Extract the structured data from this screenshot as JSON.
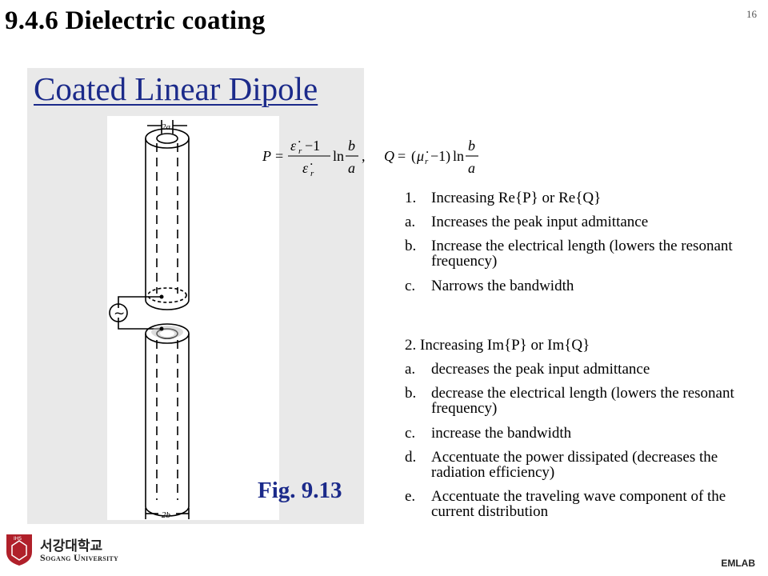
{
  "slide": {
    "title": "9.4.6 Dielectric coating",
    "page_number": "16"
  },
  "figure": {
    "heading": "Coated Linear Dipole",
    "label": "Fig. 9.13",
    "dim_top": "2a",
    "dim_bottom": "2b",
    "source_symbol": "~"
  },
  "formula": {
    "p_lhs": "P",
    "q_lhs": "Q",
    "eq": "=",
    "minus_one": "−1",
    "ln": "ln",
    "b": "b",
    "a": "a",
    "eps": "ε̇",
    "mu": "μ̇",
    "r": "r",
    "comma": ",",
    "q_open": "(",
    "q_close": "−1)"
  },
  "list1": {
    "heading": {
      "marker": "1.",
      "text": "Increasing Re{P} or Re{Q}"
    },
    "items": [
      {
        "marker": "a.",
        "text": "Increases the peak input admittance"
      },
      {
        "marker": "b.",
        "text": "Increase the electrical length (lowers the resonant frequency)"
      },
      {
        "marker": "c.",
        "text": "Narrows the bandwidth"
      }
    ]
  },
  "list2": {
    "heading": "2. Increasing Im{P} or Im{Q}",
    "items": [
      {
        "marker": "a.",
        "text": "decreases the peak input admittance"
      },
      {
        "marker": "b.",
        "text": "decrease the electrical length (lowers the resonant frequency)"
      },
      {
        "marker": "c.",
        "text": "increase the bandwidth"
      },
      {
        "marker": "d.",
        "text": "Accentuate the power dissipated (decreases the radiation efficiency)"
      },
      {
        "marker": "e.",
        "text": "Accentuate the traveling wave component of the current distribution"
      }
    ]
  },
  "logo": {
    "korean": "서강대학교",
    "english": "Sogang University",
    "crest_text": "IHS"
  },
  "footer": {
    "brand": "EMLAB"
  },
  "colors": {
    "heading_blue": "#1b2a8a",
    "panel_gray": "#e9e9e9",
    "crest_red": "#b0202a"
  }
}
